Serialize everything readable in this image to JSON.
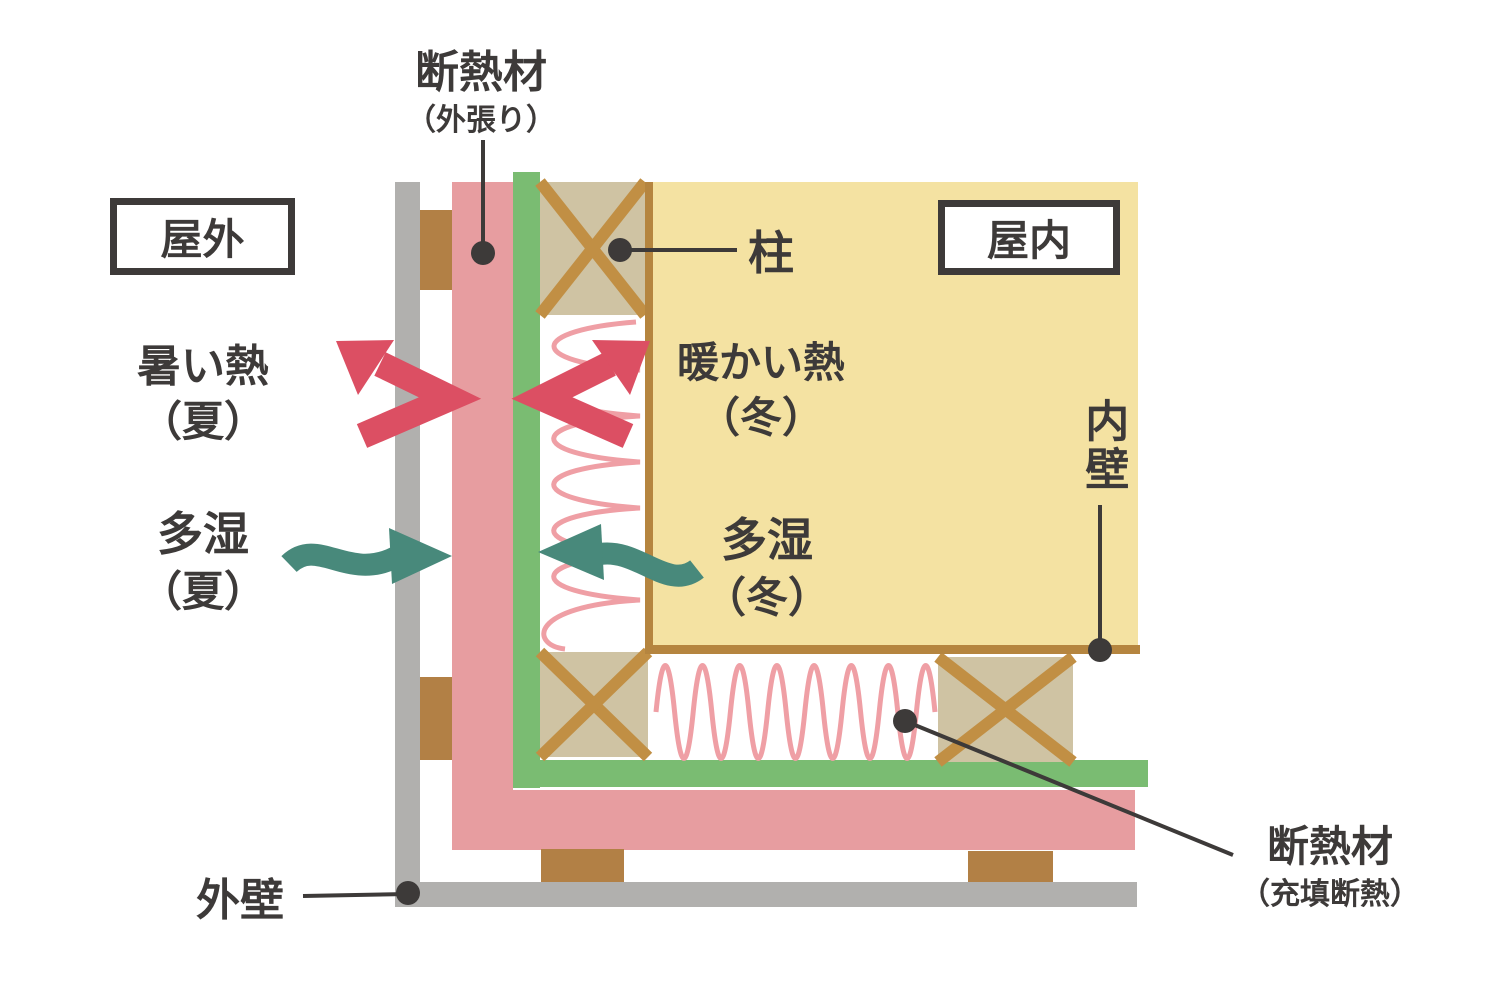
{
  "diagram": {
    "labels": {
      "ext_insulation": {
        "title": "断熱材",
        "subtitle": "（外張り）"
      },
      "outdoor": "屋外",
      "indoor": "屋内",
      "hot_heat": {
        "line1": "暑い熱",
        "line2": "（夏）"
      },
      "warm_heat": {
        "line1": "暖かい熱",
        "line2": "（冬）"
      },
      "humid_summer": {
        "line1": "多湿",
        "line2": "（夏）"
      },
      "humid_winter": {
        "line1": "多湿",
        "line2": "（冬）"
      },
      "pillar": "柱",
      "inner_wall": "内壁",
      "outer_wall": "外壁",
      "fill_insulation": {
        "title": "断熱材",
        "subtitle": "（充填断熱）"
      }
    },
    "colors": {
      "outer_wall_gray": "#b1b0ae",
      "batten_brown": "#b28045",
      "brace_brown": "#c18f44",
      "inner_wall_brown": "#b5853f",
      "post_tan": "#cfc3a3",
      "ext_insulation_pink": "#e79da0",
      "sheathing_green": "#7abc72",
      "indoor_cream": "#f4e2a2",
      "heat_arrow_red": "#dc4f63",
      "humidity_arrow_teal": "#48897b",
      "fill_coil_pink": "#ef9fa5",
      "ink": "#3d3a39"
    }
  }
}
